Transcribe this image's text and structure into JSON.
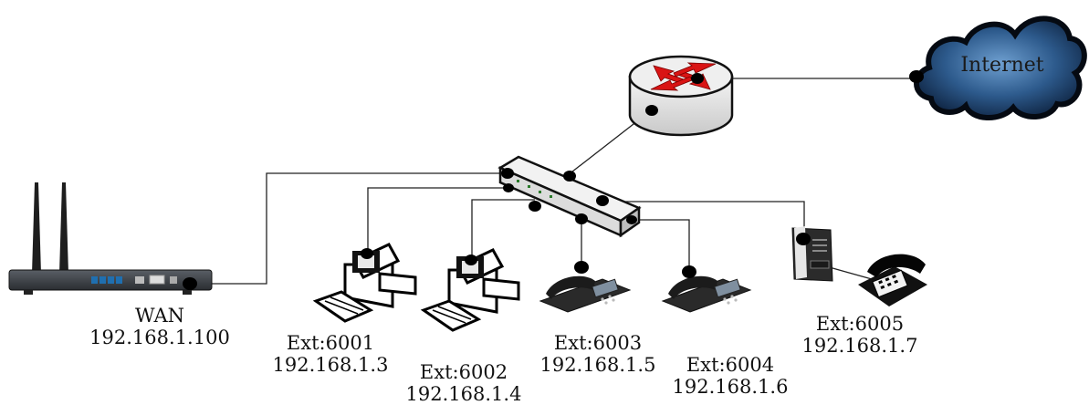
{
  "internet": {
    "label": "Internet"
  },
  "gateway": {
    "port_label": "WAN",
    "ip": "192.168.1.100"
  },
  "endpoints": [
    {
      "ext": "Ext:6001",
      "ip": "192.168.1.3"
    },
    {
      "ext": "Ext:6002",
      "ip": "192.168.1.4"
    },
    {
      "ext": "Ext:6003",
      "ip": "192.168.1.5"
    },
    {
      "ext": "Ext:6004",
      "ip": "192.168.1.6"
    },
    {
      "ext": "Ext:6005",
      "ip": "192.168.1.7"
    }
  ],
  "colors": {
    "line": "#222222",
    "cloud": "#1f3f66",
    "router_arrow": "#e01010",
    "port_dot": "#000000"
  }
}
